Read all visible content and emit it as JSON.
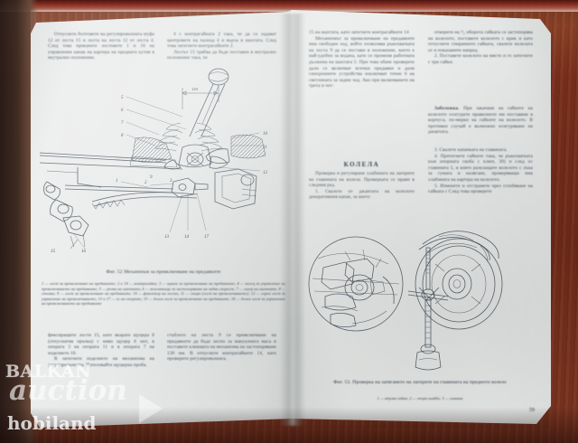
{
  "scene": {
    "description": "Open Bulgarian automotive repair manual photographed on a reddish-brown wooden surface",
    "surface_color": "#6e2a18",
    "page_color": "#e7e9e9"
  },
  "left_page": {
    "column_left": {
      "paragraphs": [
        "Отпуснете болтовете на регулировъчната муфа 12 от лоста 15 и лоста на лоста 12 от лоста 4. След това прикачете лостовете 1 и 16 на управление капак на картера на предната кутия в неутрално положение."
      ]
    },
    "column_right": {
      "paragraphs": [
        "4 с контрагайката 2 така, че да се задават центровете на палеца 4 и върха в шахтата. След това затегнете контрагайките 2.",
        "Лостът 15 трябва да бъде поставен в неутрално положение така, че"
      ]
    },
    "figure": {
      "caption": "Фиг. 52 Механизъм за превключване на предавките",
      "legend": "1 — лост за превключване на предавките; 2 и 14 — контрагайки; 3 — щанга за превключване на предавките; 4 — палец за управление на превключването на предавките; 5 — ръчка на шахтата; 6 — възглавница за застопоряване на задна скорост; 7 — лагер на шахтата; 8 — стъпка; 9 — лост за превключване на предавките; 10 — фиксатор на лоста; 11 — опора (лост на превключването); 12 — горен лост за управление на превключването; 13 и 17 — ос на опорите; 15 — долен лост за превключване на предавките; 16 — долен лост за управление на превключването на предавките",
      "callouts": [
        "5",
        "6",
        "7",
        "8",
        "1",
        "2",
        "3",
        "9",
        "10",
        "11",
        "12",
        "13",
        "14",
        "17",
        "16",
        "15",
        "120"
      ],
      "dimension_label": "120"
    },
    "bottom_text": [
      "фиксиращите лости 15, като вкарате щуцера 8 (отпуснатия пръчка) с ниво щуцер 6 нит, в опората 3 на опората 11 и в опората 7 на изделието 10.",
      "В затегнете изделието на механизма на регулировъчната. Използвайте щуцерна проба."
    ],
    "bottom_text_right": [
      "стъблото на листа 9 се превключване на предавките да бъде лесно за мануалната маса и поставете клюквата на механизма на застопоряване 130 нм. В отпуснете контрагайките 14, като проверите регулировъчната."
    ],
    "page_number": ""
  },
  "right_page": {
    "column_left": {
      "paragraphs": [
        "15 на шахтата, като затегнете контрагайките 14",
        "Механизмът за превключване на предавките има свободен ход, който позволява ръкохватката на лоста 9 да се постави в положение, което е най-удобно за водача, като се променя работната дължина на шахтата 5. При това обаче проверете дали се включват всички предавки и дали синхронните устройства изключват точно 6 на светлината за задни ход. Ако при включването на трета и чет-"
      ],
      "section_heading": "КОЛЕЛА",
      "section_intro": "Проверка и регулиране хлабината на лагерите на главината на колела. Проверката се прави в следния ред.",
      "section_steps": [
        "1. Свалете от джантата на колелото декоративния капак, за което"
      ]
    },
    "column_right": {
      "paragraphs": [
        "отворите на ¹⁄₂ оборота гайката се застопорява на колелото, поставете колелото с крик и като отпуснете спирачното гайката, свалете колелата от и показаните напред.",
        "2. Поставете колелото на място и го затегнете с три гайки."
      ],
      "note_label": "Забележка.",
      "note_text": "При закачане на гайките на колелото осигурете правилното им поставяне в корпуса, по-мерки на гайките на колелото. В противен случай е възможно осигуряване на джантата.",
      "steps": [
        "3. Свалете капачката на главината.",
        "4. Притегнете гайките така, че ръкохватката към опорната скоба с ключ, 30) и след ос главината 5, в която разклащате колелото с лъка за гумата и налягане, проверяващо има хлабината на картера на колелото.",
        "5. Изменете и отстранете чрез сглобяване на гайката с След това проверете"
      ]
    },
    "figure": {
      "caption": "Фиг. 53. Проверка на затягането на лагерите на главината на предното колело",
      "legend": "1 — втулка гайка; 2 — опора шайба; 3 — главина"
    },
    "page_number": "59"
  },
  "watermark": {
    "line1": "BALKAN",
    "line2": "auction",
    "line3": "hobiland",
    "icon": "play-triangle-icon"
  }
}
